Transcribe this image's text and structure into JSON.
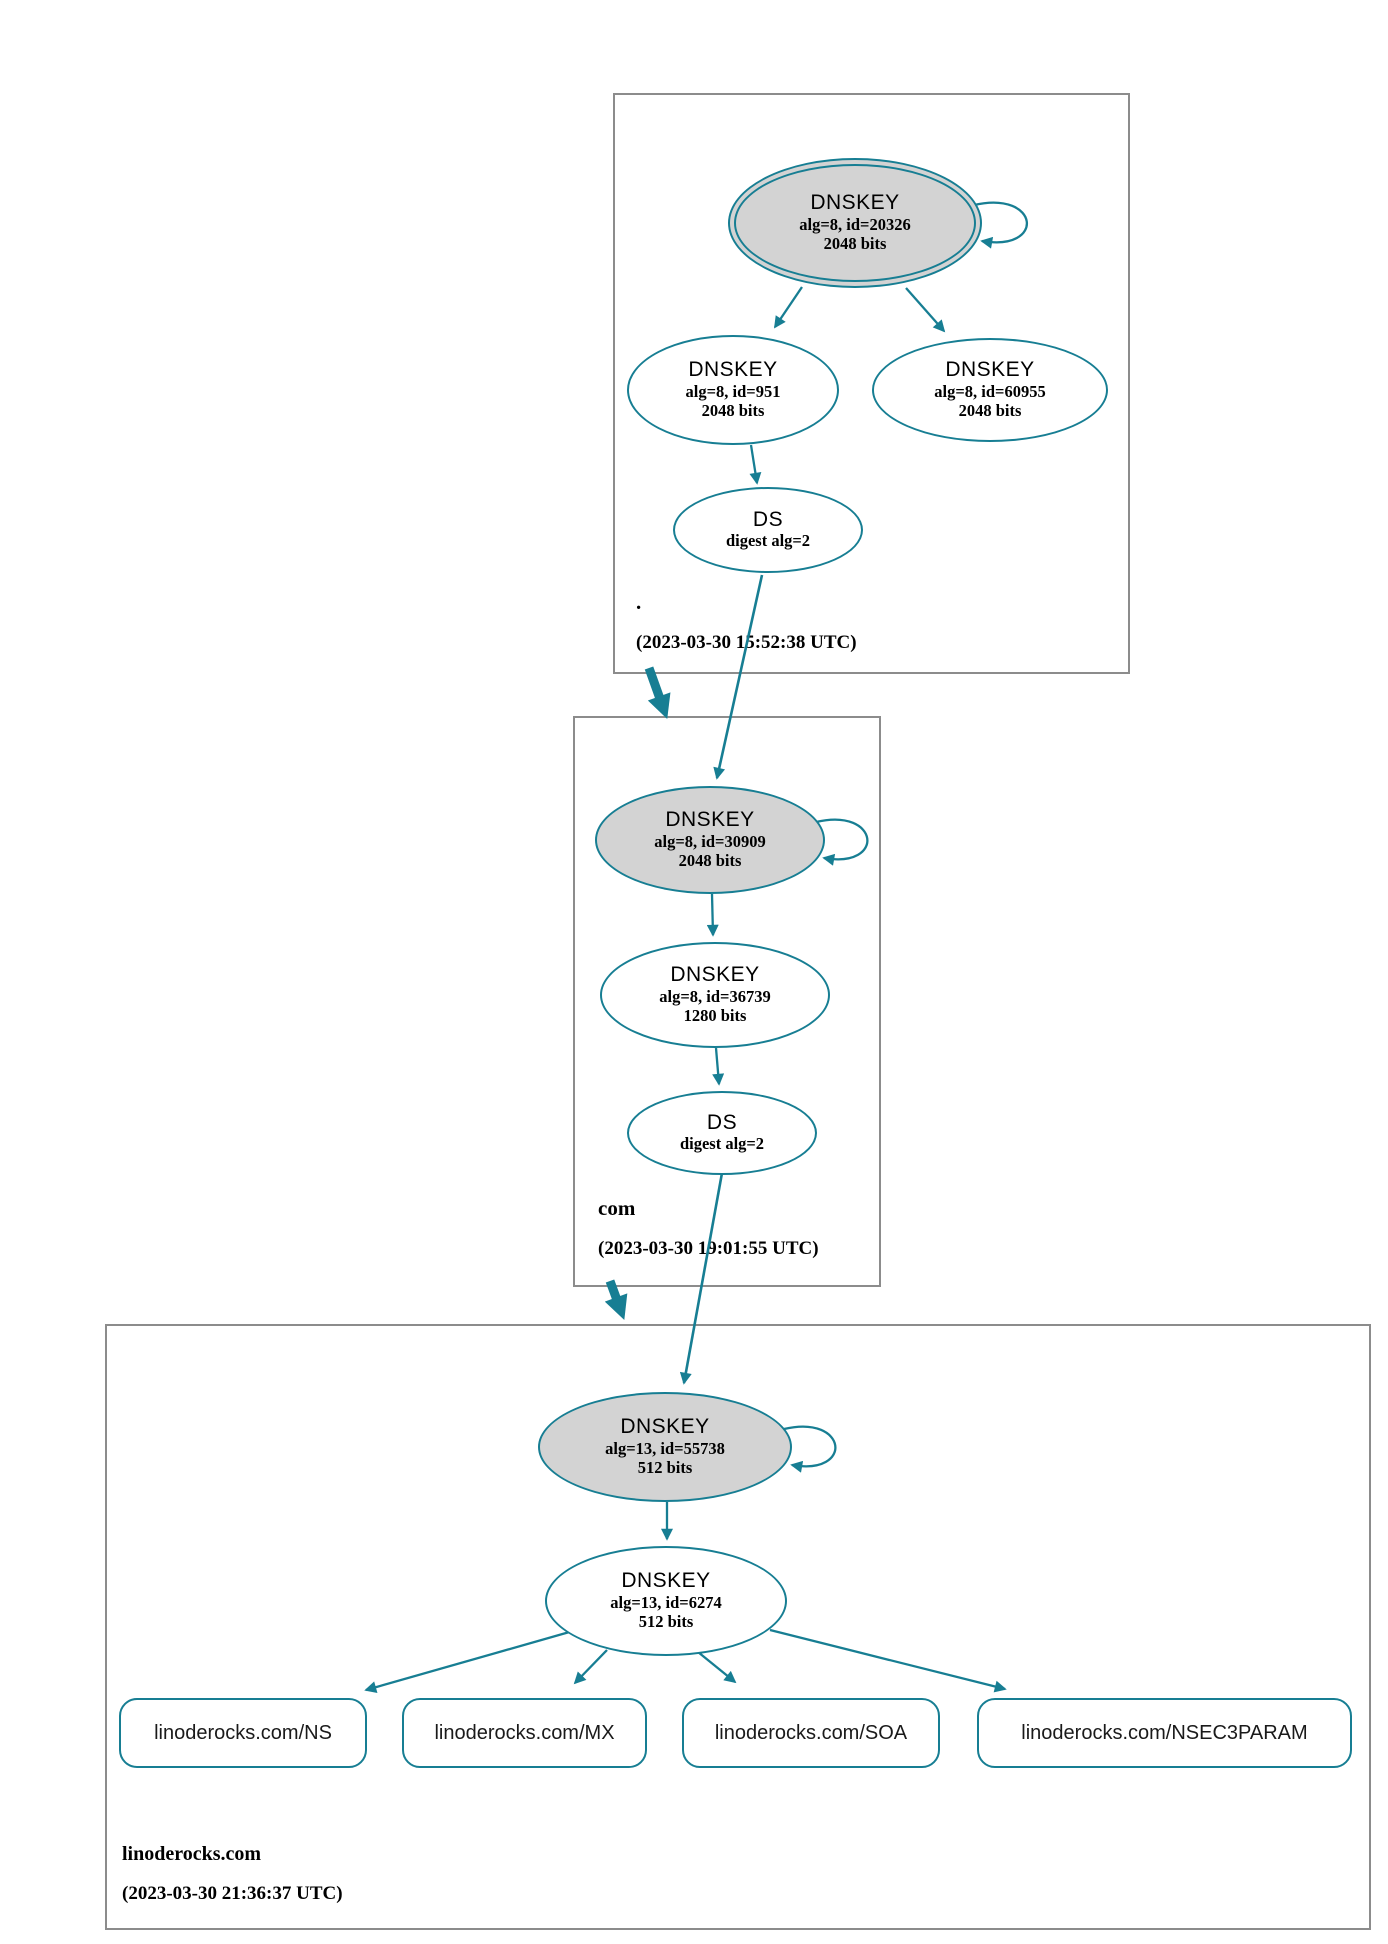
{
  "colors": {
    "edge": "#177E93",
    "ksk_fill": "#d3d3d3",
    "box_border": "#8c8c8c"
  },
  "zones": [
    {
      "label": ".",
      "timestamp": "(2023-03-30 15:52:38 UTC)",
      "ksk": {
        "title": "DNSKEY",
        "detail": "alg=8, id=20326",
        "bits": "2048 bits"
      },
      "zsk": {
        "title": "DNSKEY",
        "detail": "alg=8, id=951",
        "bits": "2048 bits"
      },
      "zsk2": {
        "title": "DNSKEY",
        "detail": "alg=8, id=60955",
        "bits": "2048 bits"
      },
      "ds": {
        "title": "DS",
        "detail": "digest alg=2"
      }
    },
    {
      "label": "com",
      "timestamp": "(2023-03-30 19:01:55 UTC)",
      "ksk": {
        "title": "DNSKEY",
        "detail": "alg=8, id=30909",
        "bits": "2048 bits"
      },
      "zsk": {
        "title": "DNSKEY",
        "detail": "alg=8, id=36739",
        "bits": "1280 bits"
      },
      "ds": {
        "title": "DS",
        "detail": "digest alg=2"
      }
    },
    {
      "label": "linoderocks.com",
      "timestamp": "(2023-03-30 21:36:37 UTC)",
      "ksk": {
        "title": "DNSKEY",
        "detail": "alg=13, id=55738",
        "bits": "512 bits"
      },
      "zsk": {
        "title": "DNSKEY",
        "detail": "alg=13, id=6274",
        "bits": "512 bits"
      },
      "rrsets": [
        "linoderocks.com/NS",
        "linoderocks.com/MX",
        "linoderocks.com/SOA",
        "linoderocks.com/NSEC3PARAM"
      ]
    }
  ]
}
